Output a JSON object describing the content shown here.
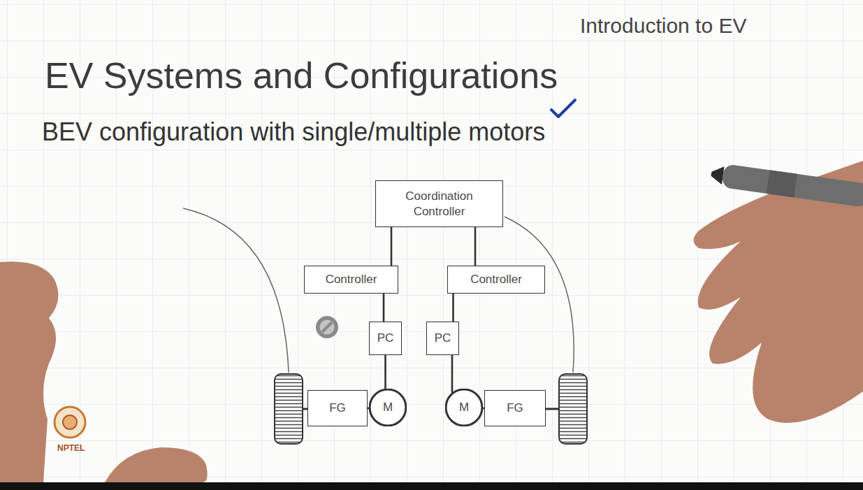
{
  "diagram": {
    "title": "EV Systems and Configurations",
    "nodes": [
      {
        "text": [
          "Coordination Controller"
        ]
      },
      {
        "text": [
          "Controller"
        ]
      },
      {
        "text": [
          "Controller"
        ]
      },
      {
        "text": [
          "PC"
        ]
      },
      {
        "text": [
          "PC"
        ]
      },
      {
        "text": [
          "FG"
        ]
      },
      {
        "text": [
          "M"
        ]
      },
      {
        "text": [
          "M"
        ]
      },
      {
        "text": [
          "FG"
        ]
      }
    ],
    "edges": [
      {
        "from": 0,
        "to": 1,
        "arrow": "none"
      },
      {
        "from": 0,
        "to": 2,
        "arrow": "none"
      },
      {
        "from": 1,
        "to": 3,
        "arrow": "none"
      },
      {
        "from": 2,
        "to": 4,
        "arrow": "none"
      },
      {
        "from": 3,
        "to": 6,
        "arrow": "none"
      },
      {
        "from": 4,
        "to": 7,
        "arrow": "none"
      },
      {
        "from": 5,
        "to": 6,
        "arrow": "none"
      },
      {
        "from": 7,
        "to": 8,
        "arrow": "none"
      }
    ],
    "labels": [
      "Introduction to EV",
      "BEV configuration with single/multiple motors",
      "NPTEL"
    ]
  }
}
